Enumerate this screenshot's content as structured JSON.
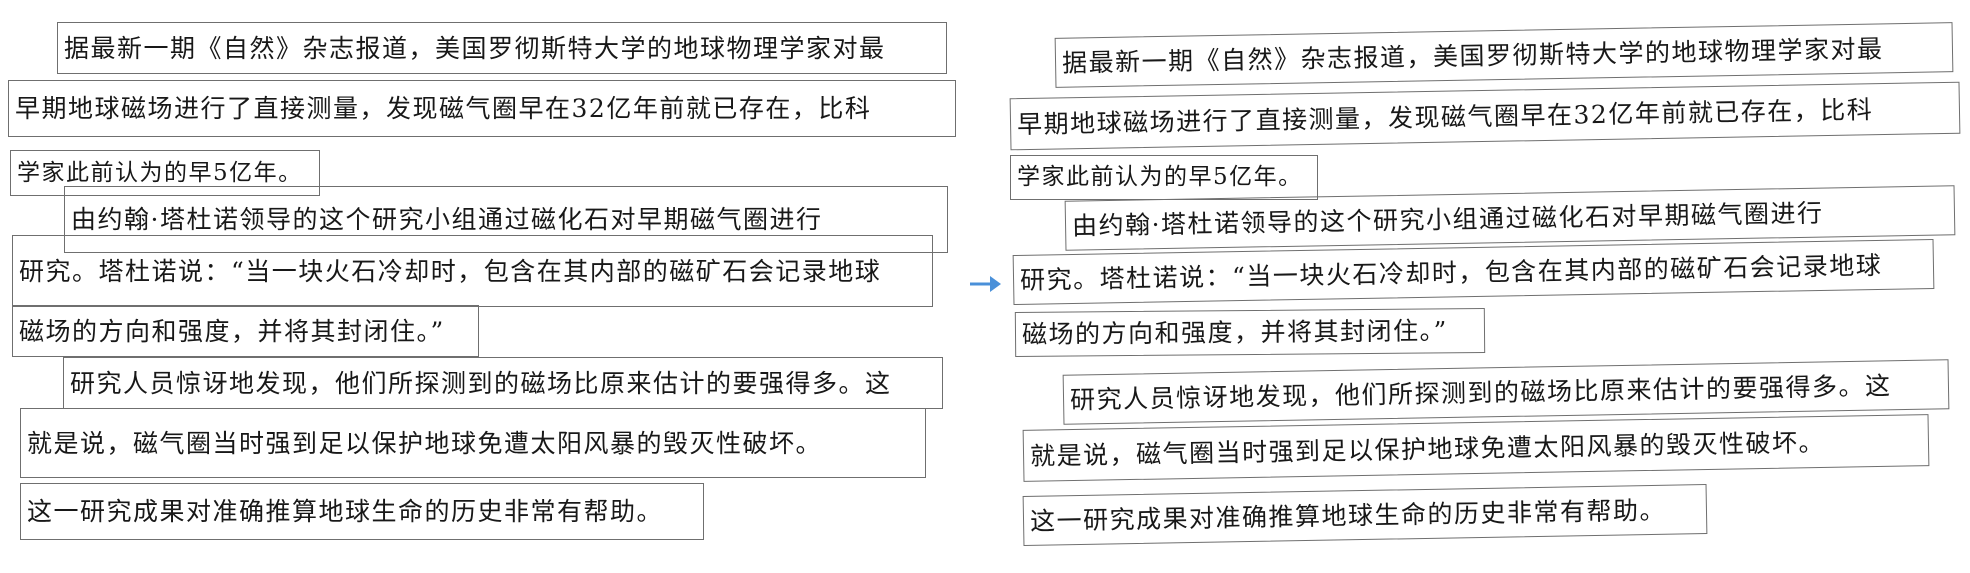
{
  "arrow": {
    "icon": "right-arrow-icon",
    "color": "#4a90d9"
  },
  "lines": [
    "据最新一期《自然》杂志报道，美国罗彻斯特大学的地球物理学家对最",
    "早期地球磁场进行了直接测量，发现磁气圈早在32亿年前就已存在，比科",
    "学家此前认为的早5亿年。",
    "由约翰·塔杜诺领导的这个研究小组通过磁化石对早期磁气圈进行",
    "研究。塔杜诺说：“当一块火石冷却时，包含在其内部的磁矿石会记录地球",
    "磁场的方向和强度，并将其封闭住。”",
    "研究人员惊讶地发现，他们所探测到的磁场比原来估计的要强得多。这",
    "就是说，磁气圈当时强到足以保护地球免遭太阳风暴的毁灭性破坏。",
    "这一研究成果对准确推算地球生命的历史非常有帮助。"
  ]
}
